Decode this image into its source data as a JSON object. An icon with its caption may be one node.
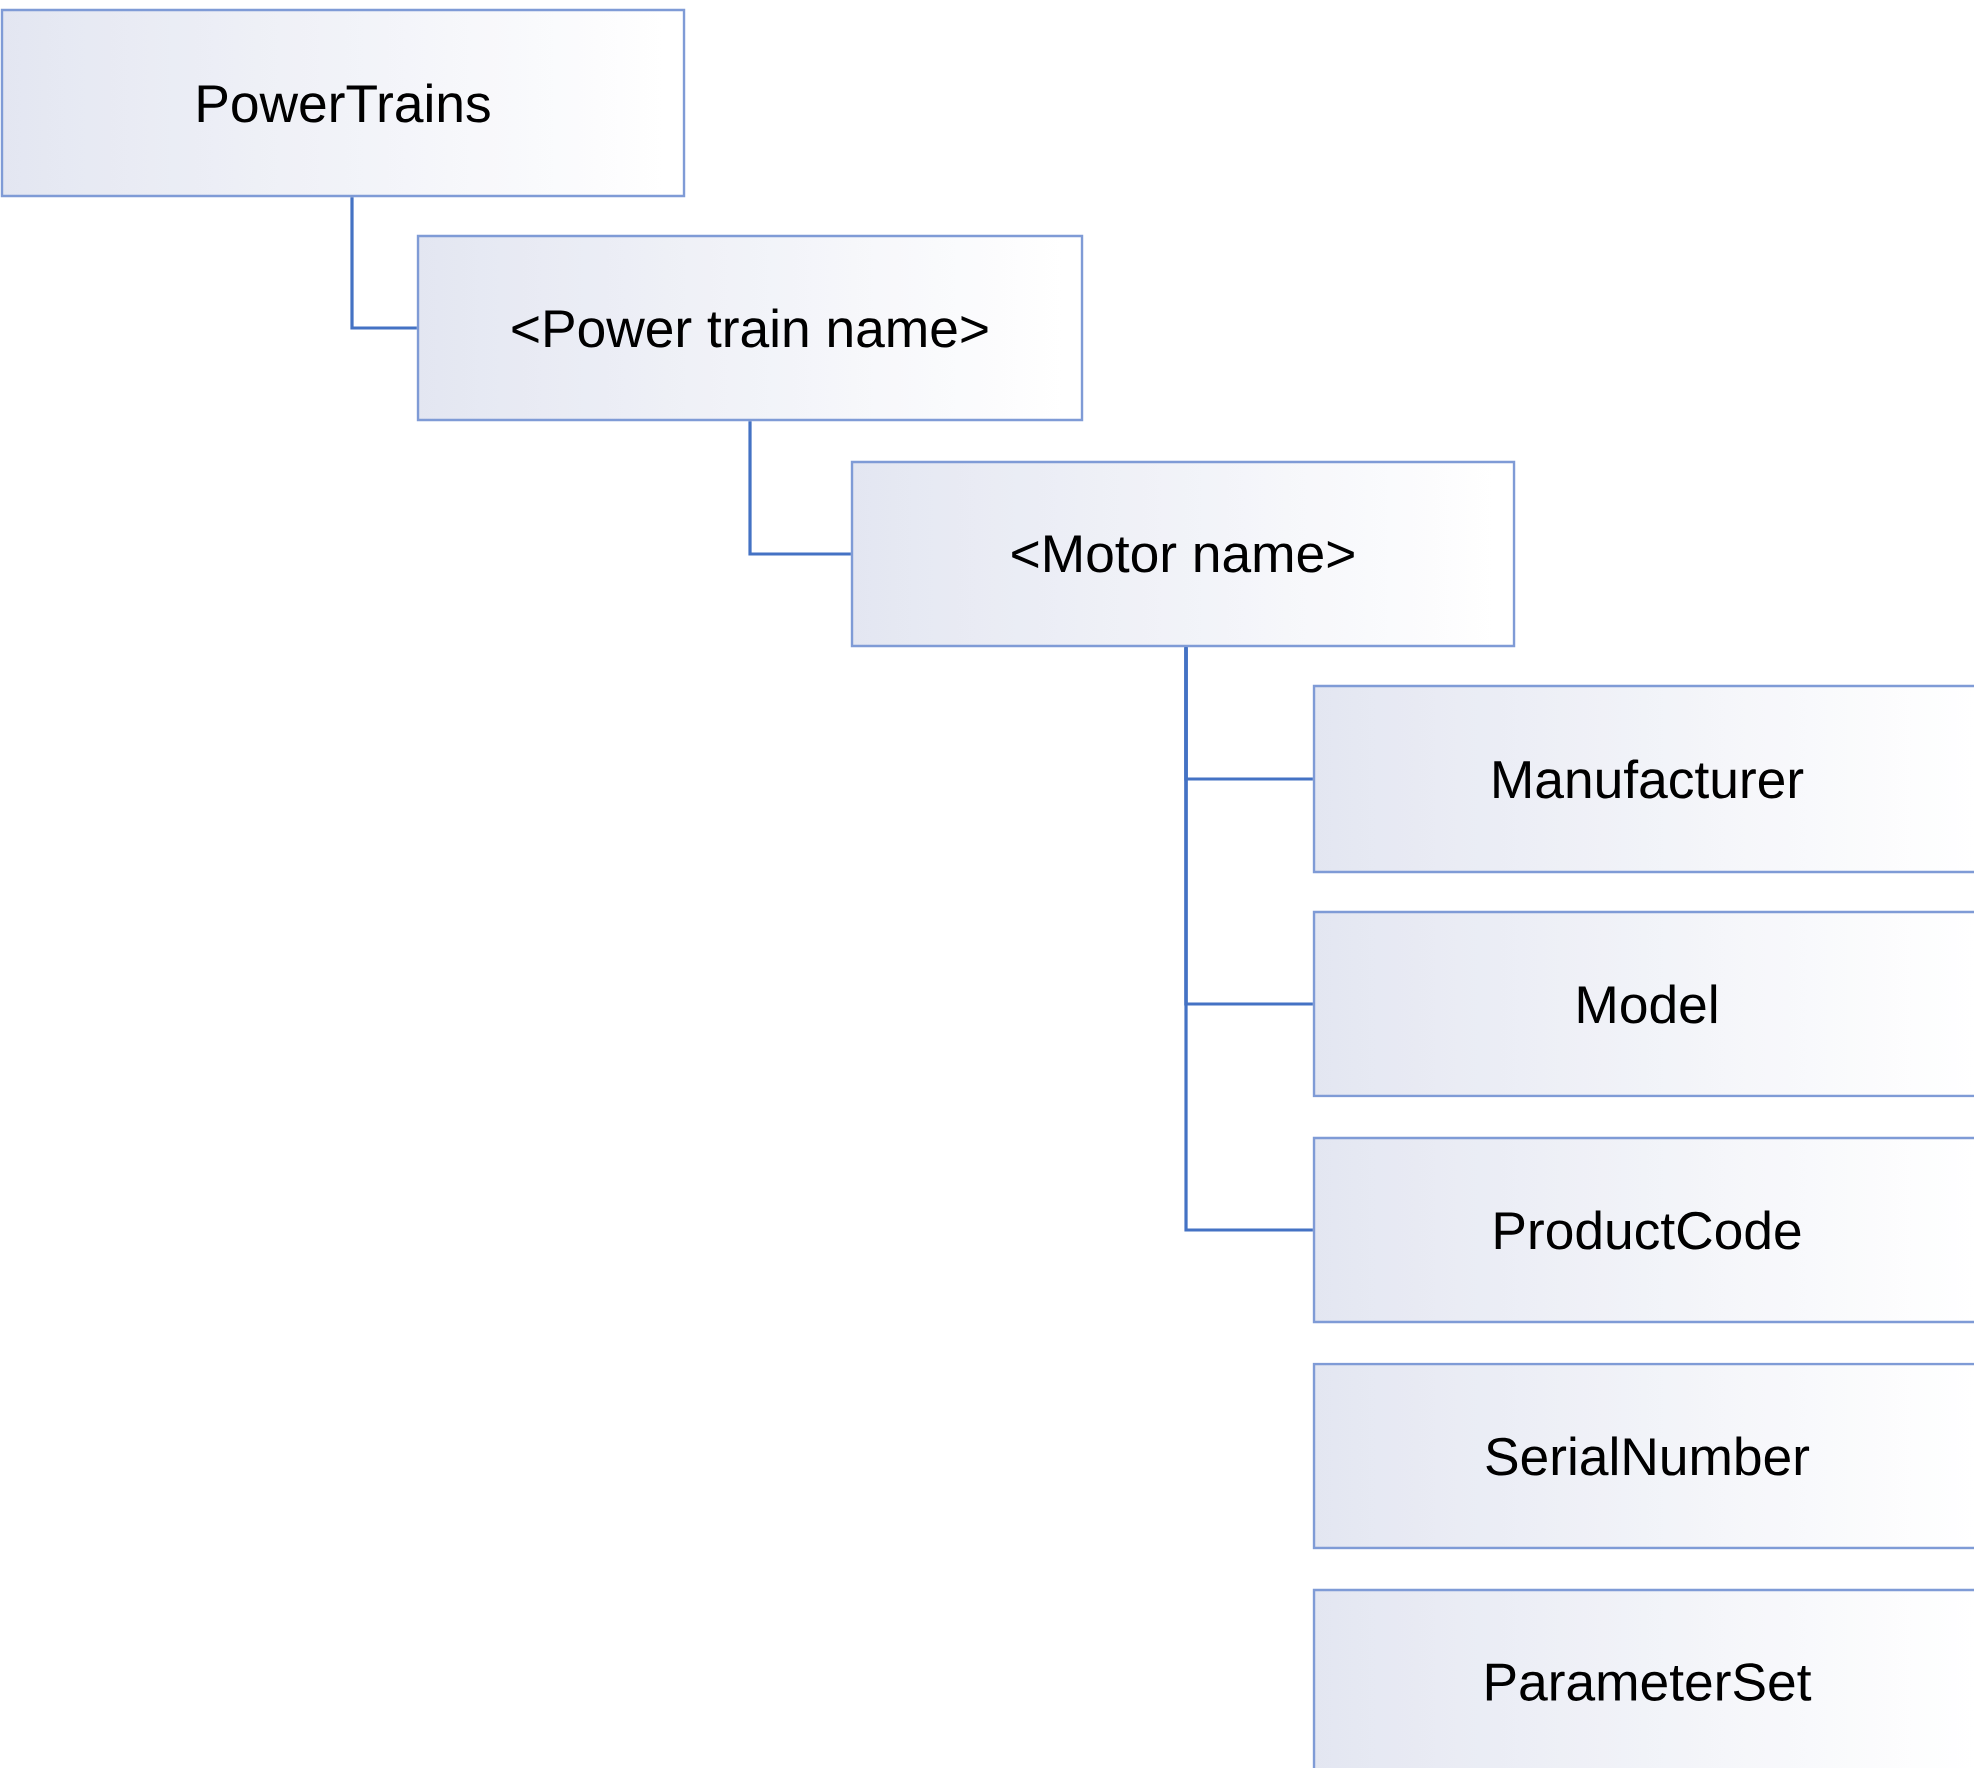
{
  "diagram": {
    "nodes": [
      {
        "text": [
          "PowerTrains"
        ]
      },
      {
        "text": [
          "<Power train name>"
        ]
      },
      {
        "text": [
          "<Motor name>"
        ]
      },
      {
        "text": [
          "Manufacturer"
        ]
      },
      {
        "text": [
          "Model"
        ]
      },
      {
        "text": [
          "ProductCode"
        ]
      },
      {
        "text": [
          "SerialNumber"
        ]
      },
      {
        "text": [
          "ParameterSet"
        ]
      }
    ],
    "edges": [
      {
        "from": 0,
        "to": 1,
        "arrow": "none"
      },
      {
        "from": 1,
        "to": 2,
        "arrow": "none"
      },
      {
        "from": 2,
        "to": 3,
        "arrow": "none"
      },
      {
        "from": 2,
        "to": 4,
        "arrow": "none"
      },
      {
        "from": 2,
        "to": 5,
        "arrow": "none"
      }
    ]
  }
}
